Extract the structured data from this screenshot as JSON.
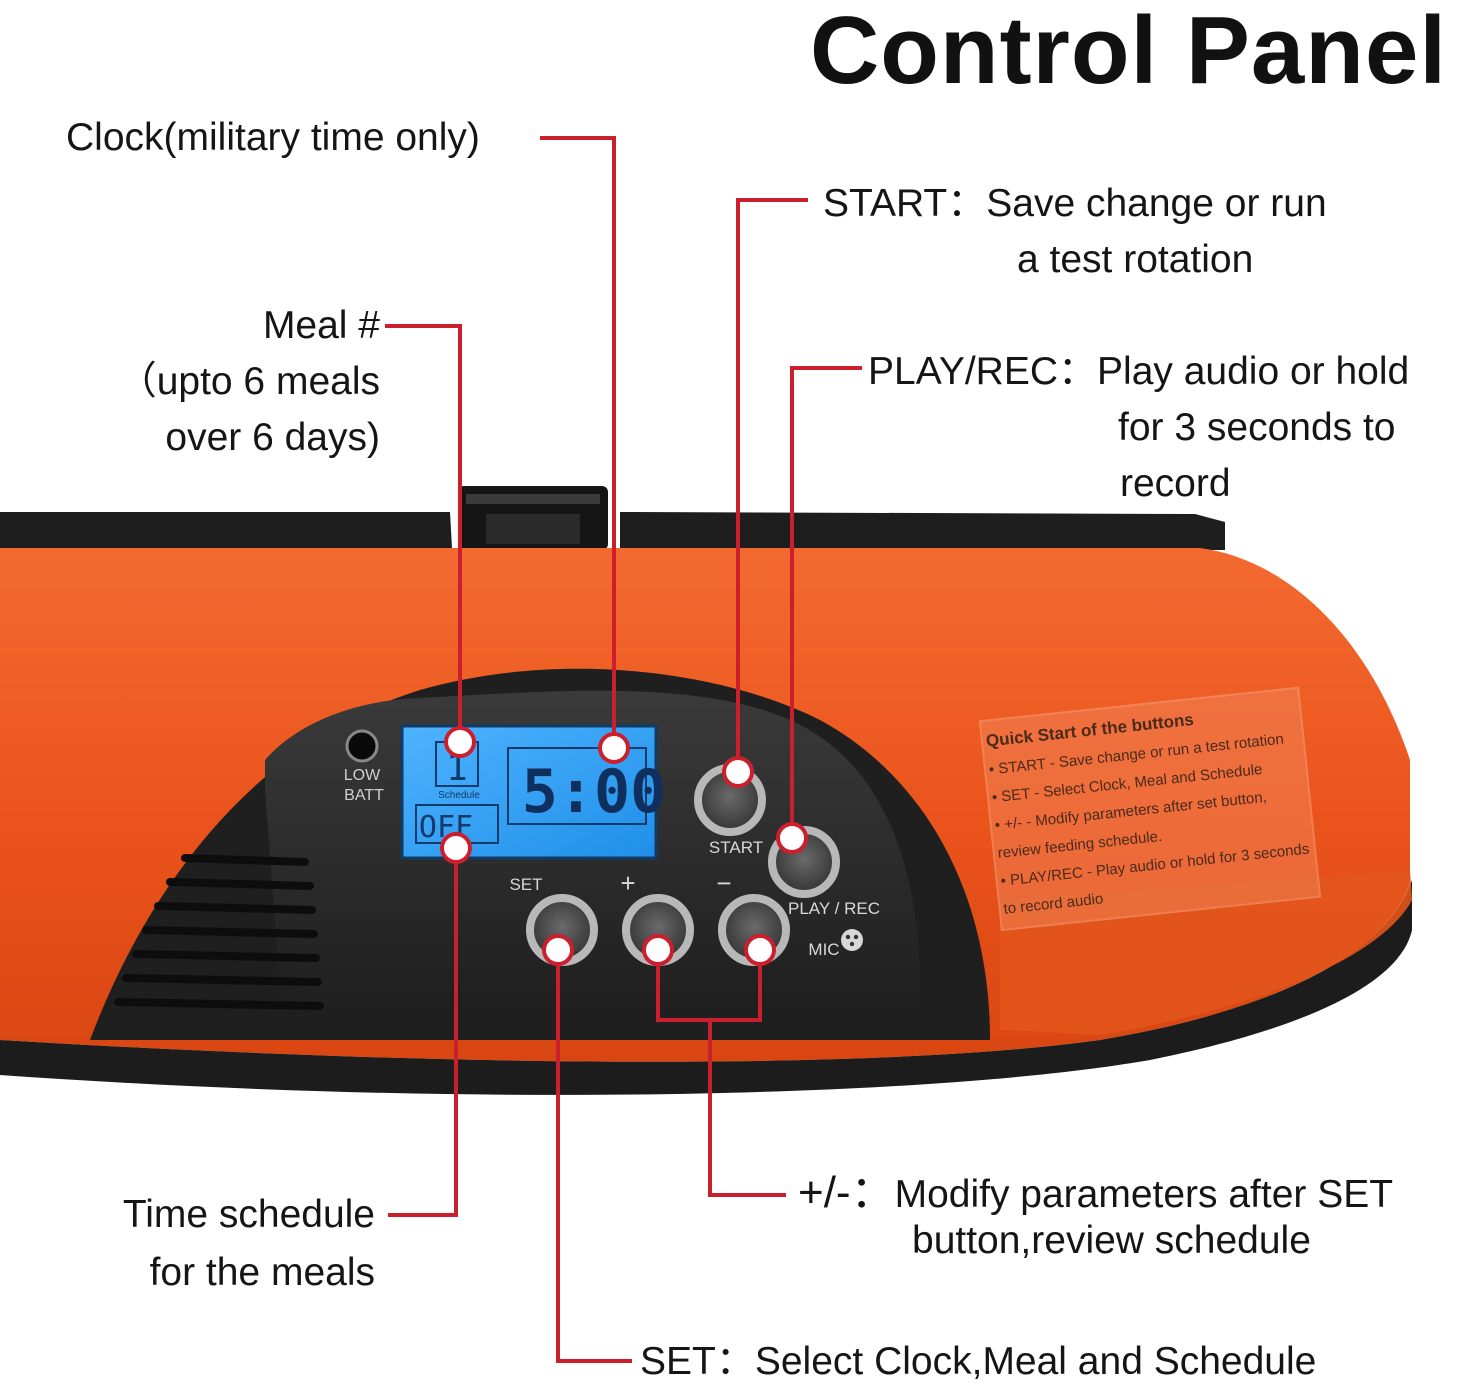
{
  "title": "Control Panel",
  "callouts": {
    "clock": {
      "lines": [
        "Clock(military time only)"
      ]
    },
    "start": {
      "key": "START：",
      "lines": [
        "Save change or run",
        "a test rotation"
      ]
    },
    "meal": {
      "lines": [
        "Meal #",
        "（upto 6 meals",
        "over 6 days)"
      ]
    },
    "playrec": {
      "key": "PLAY/REC：",
      "lines": [
        "Play audio or hold",
        "for 3 seconds to",
        "record"
      ]
    },
    "schedule": {
      "lines": [
        "Time schedule",
        "for the meals"
      ]
    },
    "plusminus": {
      "key": "+/-：",
      "lines": [
        "Modify parameters after SET",
        "button,review schedule"
      ]
    },
    "set": {
      "key": "SET：",
      "lines": [
        "Select Clock,Meal and Schedule"
      ]
    }
  },
  "device": {
    "low_batt": [
      "LOW",
      "BATT"
    ],
    "lcd": {
      "meal_digit": "1",
      "schedule_label": "Schedule",
      "status": "OFF",
      "clock": "5:00"
    },
    "buttons": {
      "start": "START",
      "playrec": "PLAY / REC",
      "set": "SET",
      "plus": "+",
      "minus": "−",
      "mic": "MIC"
    },
    "sticker": {
      "title": "Quick Start of the buttons",
      "lines": [
        "• START -  Save change or run a test rotation",
        "• SET -  Select Clock, Meal and Schedule",
        "• +/- -  Modify parameters after set button,",
        "   review feeding schedule.",
        "• PLAY/REC - Play audio or hold for 3 seconds",
        "   to record audio"
      ]
    }
  },
  "colors": {
    "body_orange": "#e9501a",
    "body_orange_light": "#f7622a",
    "panel_dark": "#2b2b2b",
    "lcd_blue": "#2f9ff2",
    "callout_red": "#cc1f2d"
  }
}
